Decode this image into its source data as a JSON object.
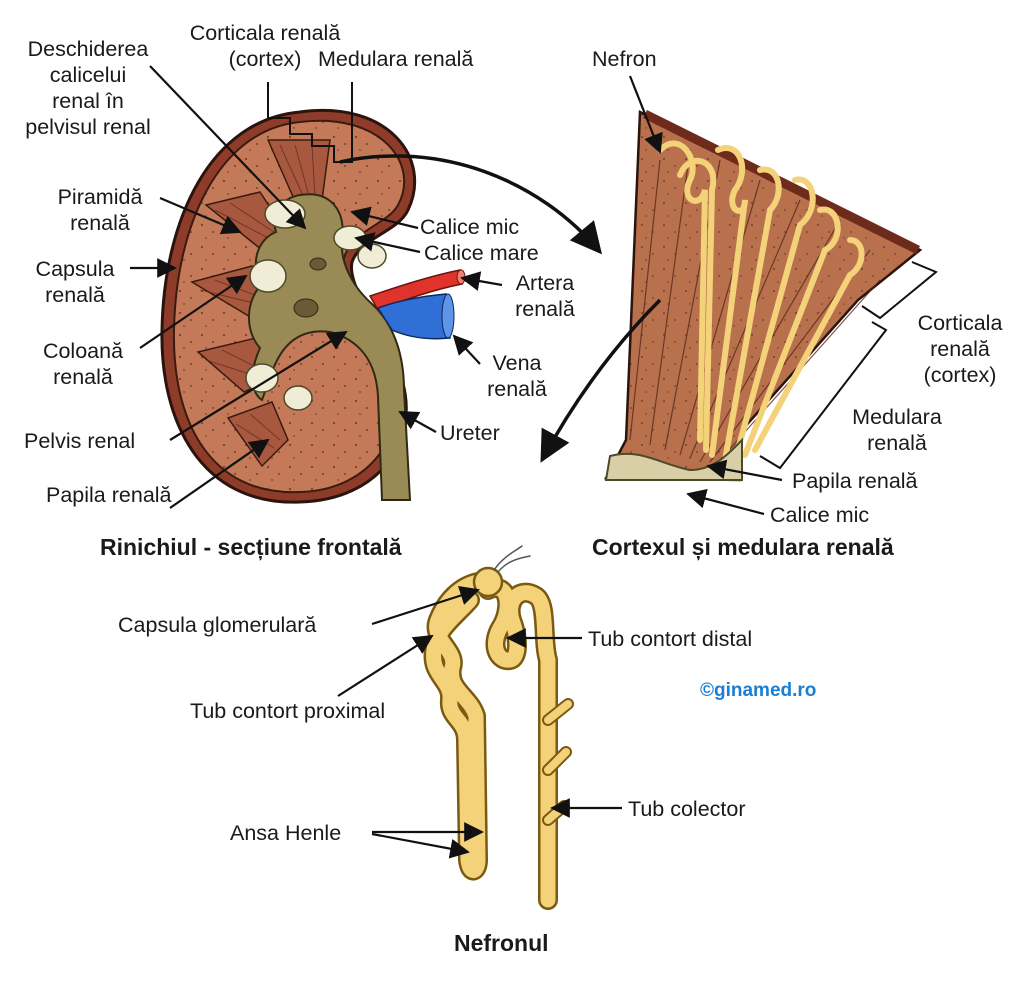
{
  "kidney": {
    "labels": {
      "opening": "Deschiderea\ncalicelui\nrenal în\npelvisul renal",
      "cortex": "Corticala renală\n(cortex)",
      "medulla": "Medulara renală",
      "pyramid": "Piramidă\nrenală",
      "capsule": "Capsula\nrenală",
      "column": "Coloană\nrenală",
      "pelvis": "Pelvis renal",
      "papilla": "Papila renală",
      "minor_calyx": "Calice mic",
      "major_calyx": "Calice mare",
      "artery": "Artera\nrenală",
      "vein": "Vena\nrenală",
      "ureter": "Ureter"
    },
    "caption": "Rinichiul - secțiune frontală"
  },
  "detail": {
    "labels": {
      "nephron": "Nefron",
      "cortex": "Corticala\nrenală\n(cortex)",
      "medulla": "Medulara\nrenală",
      "papilla": "Papila renală",
      "minor_calyx": "Calice mic"
    },
    "caption": "Cortexul și medulara renală"
  },
  "nephron": {
    "labels": {
      "glomerular_capsule": "Capsula glomerulară",
      "distal_tubule": "Tub contort distal",
      "proximal_tubule": "Tub contort proximal",
      "henle_loop": "Ansa Henle",
      "collecting_tube": "Tub colector"
    },
    "caption": "Nefronul"
  },
  "credit": "©ginamed.ro",
  "colors": {
    "cortex": "#c47a58",
    "medulla": "#a8583e",
    "pelvis": "#9a8a55",
    "calyx": "#f1ecd6",
    "artery": "#e0332b",
    "vein": "#2f6fd6",
    "tubule": "#f3d27a",
    "credit": "#1a7fd4"
  }
}
